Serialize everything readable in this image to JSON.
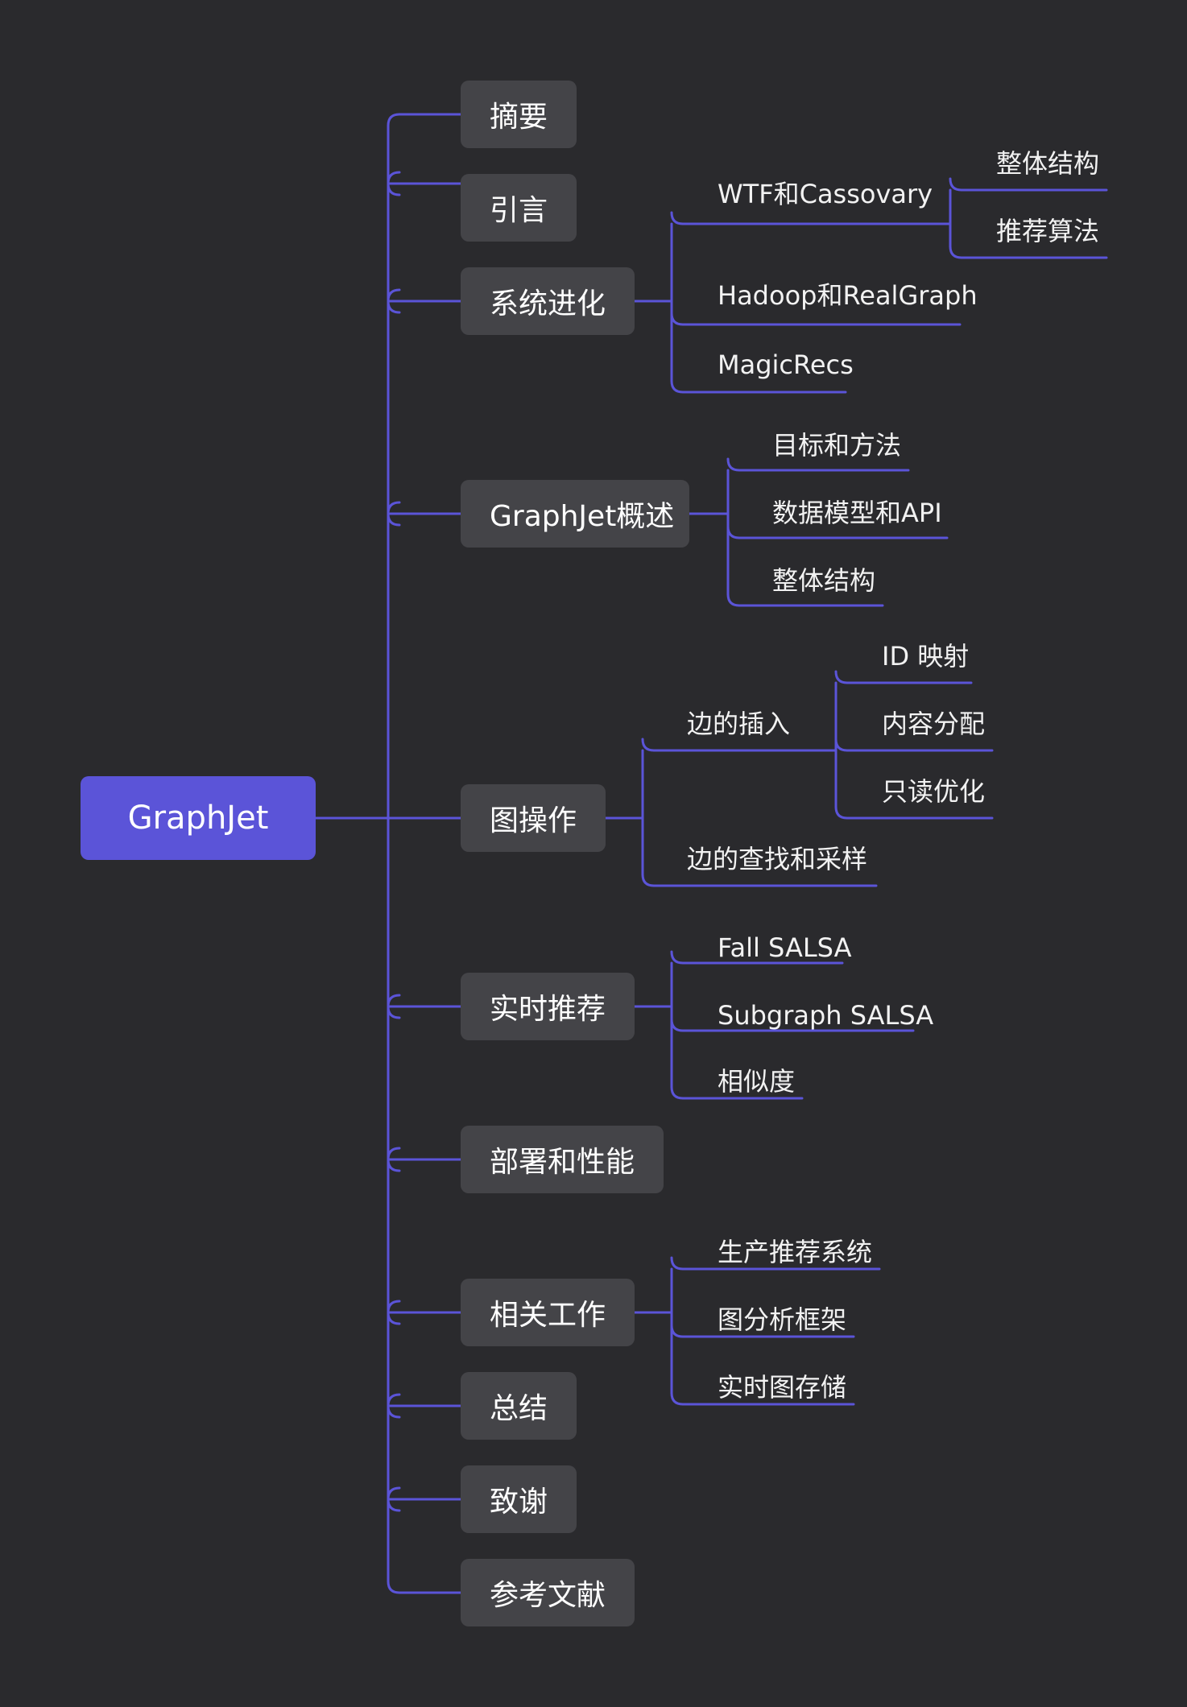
{
  "colors": {
    "background": "#2a2a2d",
    "root": "#5b54d8",
    "box": "#444448",
    "line": "#5b54d8",
    "text": "#ffffff"
  },
  "mindmap": {
    "root": "GraphJet",
    "branches": [
      {
        "label": "摘要",
        "children": []
      },
      {
        "label": "引言",
        "children": []
      },
      {
        "label": "系统进化",
        "children": [
          {
            "label": "WTF和Cassovary",
            "children": [
              {
                "label": "整体结构"
              },
              {
                "label": "推荐算法"
              }
            ]
          },
          {
            "label": "Hadoop和RealGraph"
          },
          {
            "label": "MagicRecs"
          }
        ]
      },
      {
        "label": "GraphJet概述",
        "children": [
          {
            "label": "目标和方法"
          },
          {
            "label": "数据模型和API"
          },
          {
            "label": "整体结构"
          }
        ]
      },
      {
        "label": "图操作",
        "children": [
          {
            "label": "边的插入",
            "children": [
              {
                "label": "ID 映射"
              },
              {
                "label": "内容分配"
              },
              {
                "label": "只读优化"
              }
            ]
          },
          {
            "label": "边的查找和采样"
          }
        ]
      },
      {
        "label": "实时推荐",
        "children": [
          {
            "label": "Fall SALSA"
          },
          {
            "label": "Subgraph SALSA"
          },
          {
            "label": "相似度"
          }
        ]
      },
      {
        "label": "部署和性能",
        "children": []
      },
      {
        "label": "相关工作",
        "children": [
          {
            "label": "生产推荐系统"
          },
          {
            "label": "图分析框架"
          },
          {
            "label": "实时图存储"
          }
        ]
      },
      {
        "label": "总结",
        "children": []
      },
      {
        "label": "致谢",
        "children": []
      },
      {
        "label": "参考文献",
        "children": []
      }
    ]
  }
}
